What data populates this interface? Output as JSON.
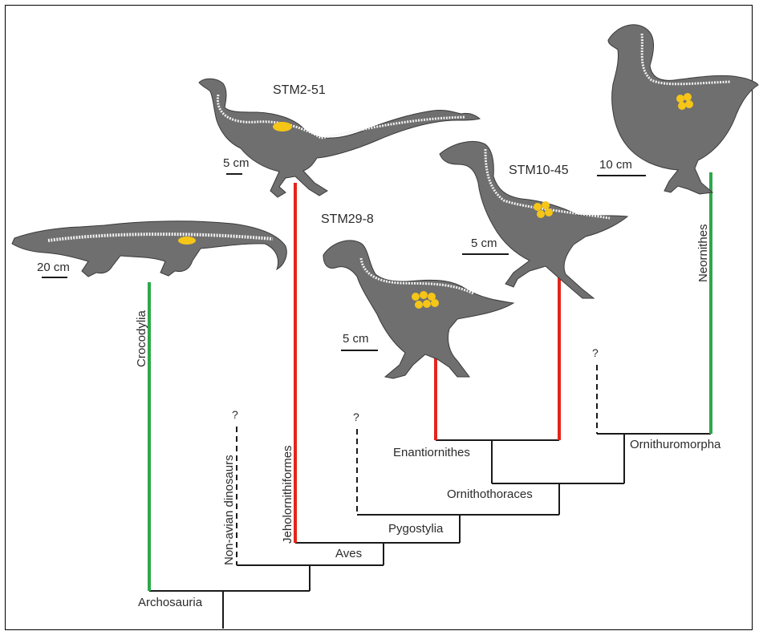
{
  "colors": {
    "background": "#ffffff",
    "tree_line": "#1a1a1a",
    "red_branch": "#e32619",
    "green_branch": "#2ea84a",
    "silhouette": "#6f6f6f",
    "silhouette_outline": "#3a3a3a",
    "skeleton": "#f2f2f2",
    "eggs": "#f5c518"
  },
  "clades": {
    "archosauria": "Archosauria",
    "aves": "Aves",
    "pygostylia": "Pygostylia",
    "ornithothoraces": "Ornithothoraces",
    "enantiornithes": "Enantiornithes",
    "ornithuromorpha": "Ornithuromorpha",
    "crocodylia": "Crocodylia",
    "non_avian_dinosaurs": "Non-avian dinosaurs",
    "jeholornithiformes": "Jeholornithiformes",
    "neornithes": "Neornithes"
  },
  "specimens": {
    "stm2_51": "STM2-51",
    "stm29_8": "STM29-8",
    "stm10_45": "STM10-45"
  },
  "scale_bars": {
    "crocodile": "20 cm",
    "stm2_51": "5 cm",
    "stm29_8": "5 cm",
    "stm10_45": "5 cm",
    "chicken": "10 cm"
  },
  "uncertain_marks": {
    "non_avian_dinosaurs": "?",
    "pygostylia_stem": "?",
    "ornithuromorpha_stem": "?"
  },
  "silhouettes": {
    "crocodile": "crocodile-silhouette",
    "stm2_51": "long-tailed-bird-silhouette",
    "stm29_8": "enantiornithine-bird-silhouette",
    "stm10_45": "enantiornithine-bird-silhouette",
    "chicken": "chicken-silhouette"
  }
}
